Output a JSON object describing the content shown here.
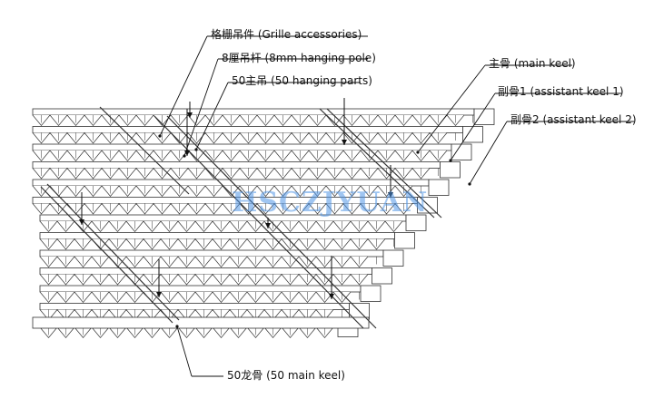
{
  "diagram": {
    "labels": {
      "grille_accessories": "格栅吊件 (Grille accessories)",
      "hanging_pole": "8厘吊杆 (8mm hanging pole)",
      "hanging_parts": "50主吊 (50 hanging parts)",
      "main_keel": "主骨 (main keel)",
      "assistant_keel_1": "副骨1 (assistant keel 1)",
      "assistant_keel_2": "副骨2 (assistant keel 2)",
      "main_keel_50": "50龙骨 (50 main keel)"
    },
    "watermark": "HSCZJYUAN",
    "colors": {
      "line": "#333333",
      "grid_fill": "#ffffff",
      "watermark": "#5096e6"
    }
  }
}
